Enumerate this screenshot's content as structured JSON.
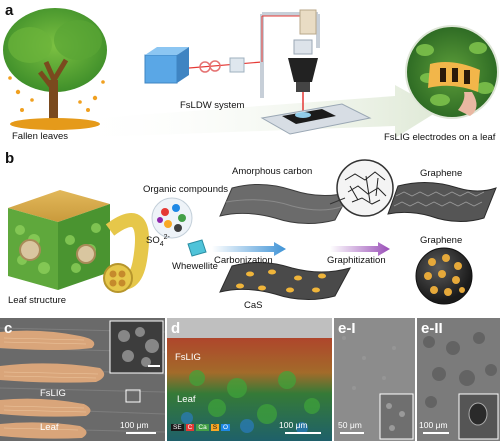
{
  "panel_a": {
    "letter": "a",
    "left_caption": "Fallen leaves",
    "system_label": "FsLDW system",
    "right_caption": "FsLIG electrodes on a leaf"
  },
  "panel_b": {
    "letter": "b",
    "leaf_structure": "Leaf structure",
    "organic_compounds": "Organic compounds",
    "sulfate": "SO",
    "sulfate_sub": "4",
    "sulfate_sup": "2-",
    "whewellite": "Whewellite",
    "carbonization": "Carbonization",
    "graphitization": "Graphitization",
    "amorphous_carbon": "Amorphous carbon",
    "cas": "CaS",
    "graphene_top": "Graphene",
    "graphene_bottom": "Graphene"
  },
  "panel_c": {
    "letter": "c",
    "fslig": "FsLIG",
    "leaf": "Leaf",
    "scale": "100 μm"
  },
  "panel_d": {
    "letter": "d",
    "fslig": "FsLIG",
    "leaf": "Leaf",
    "scale": "100 μm",
    "legend": [
      {
        "label": "SE",
        "color": "#1a1a1a"
      },
      {
        "label": "C",
        "color": "#e53935"
      },
      {
        "label": "Ca",
        "color": "#43a047"
      },
      {
        "label": "S",
        "color": "#f9a825"
      },
      {
        "label": "O",
        "color": "#1e88e5"
      }
    ]
  },
  "panel_e1": {
    "letter": "e-I",
    "scale": "50 μm"
  },
  "panel_e2": {
    "letter": "e-II",
    "scale": "100 μm"
  }
}
